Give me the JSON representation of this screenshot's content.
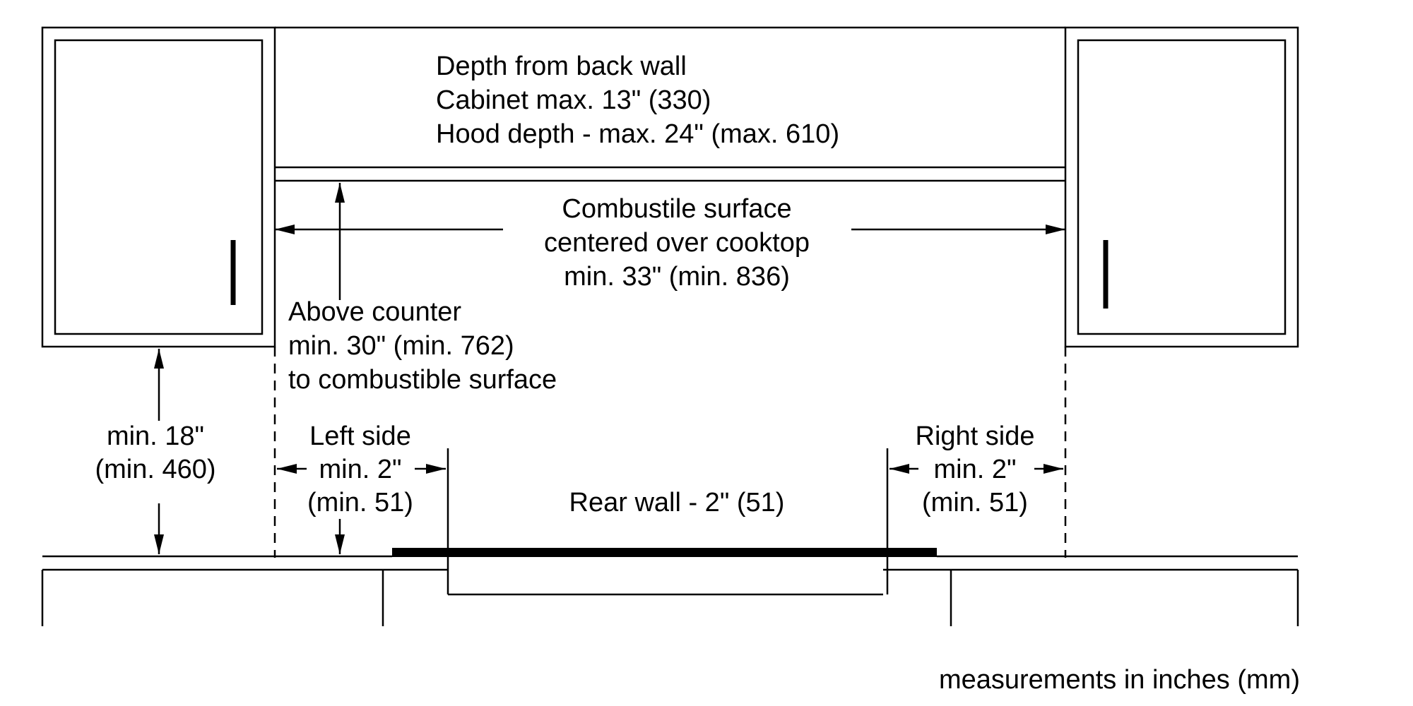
{
  "diagram": {
    "hood_note": {
      "line1": "Depth from back wall",
      "line2": "Cabinet max. 13\" (330)",
      "line3": "Hood depth - max. 24\" (max. 610)"
    },
    "combustible_width": {
      "line1": "Combustile surface",
      "line2": "centered over cooktop",
      "line3": "min. 33\" (min. 836)"
    },
    "above_counter": {
      "line1": "Above counter",
      "line2": "min. 30\" (min. 762)",
      "line3": "to combustible surface"
    },
    "cabinet_clearance": {
      "line1": "min. 18\"",
      "line2": "(min. 460)"
    },
    "left_side": {
      "line1": "Left side",
      "line2": "min. 2\"",
      "line3": "(min. 51)"
    },
    "right_side": {
      "line1": "Right side",
      "line2": "min. 2\"",
      "line3": "(min. 51)"
    },
    "rear_wall": "Rear wall - 2\" (51)",
    "footnote": "measurements in inches (mm)"
  },
  "colors": {
    "line": "#000000",
    "background": "#ffffff"
  }
}
